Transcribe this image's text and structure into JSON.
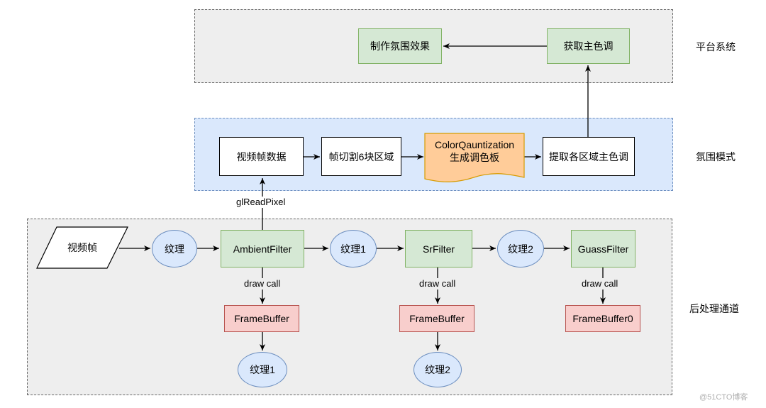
{
  "lanes": {
    "platform": "平台系统",
    "ambient": "氛围模式",
    "postprocess": "后处理通道"
  },
  "nodes": {
    "make_effect": "制作氛围效果",
    "get_main_tone": "获取主色调",
    "video_frame_data": "视频帧数据",
    "frame_split": "帧切割6块区域",
    "color_quant_line1": "ColorQauntization",
    "color_quant_line2": "生成调色板",
    "extract_region_tone": "提取各区域主色调",
    "video_frame": "视频帧",
    "texture": "纹理",
    "ambient_filter": "AmbientFilter",
    "texture1": "纹理1",
    "sr_filter": "SrFilter",
    "texture2": "纹理2",
    "guass_filter": "GuassFilter",
    "framebuffer_a": "FrameBuffer",
    "framebuffer_b": "FrameBuffer",
    "framebuffer0": "FrameBuffer0",
    "texture1_out": "纹理1",
    "texture2_out": "纹理2"
  },
  "edges": {
    "gl_read_pixel": "glReadPixel",
    "draw_call_1": "draw call",
    "draw_call_2": "draw call",
    "draw_call_3": "draw call"
  },
  "watermark": "@51CTO博客",
  "colors": {
    "lane_gray": "#eeeeee",
    "lane_blue": "#dae8fc",
    "green_fill": "#d5e8d4",
    "green_stroke": "#82b366",
    "red_fill": "#f8cecc",
    "red_stroke": "#b85450",
    "blue_fill": "#dae8fc",
    "blue_stroke": "#6c8ebf",
    "orange_fill": "#ffcc99",
    "orange_stroke": "#d79b00"
  }
}
